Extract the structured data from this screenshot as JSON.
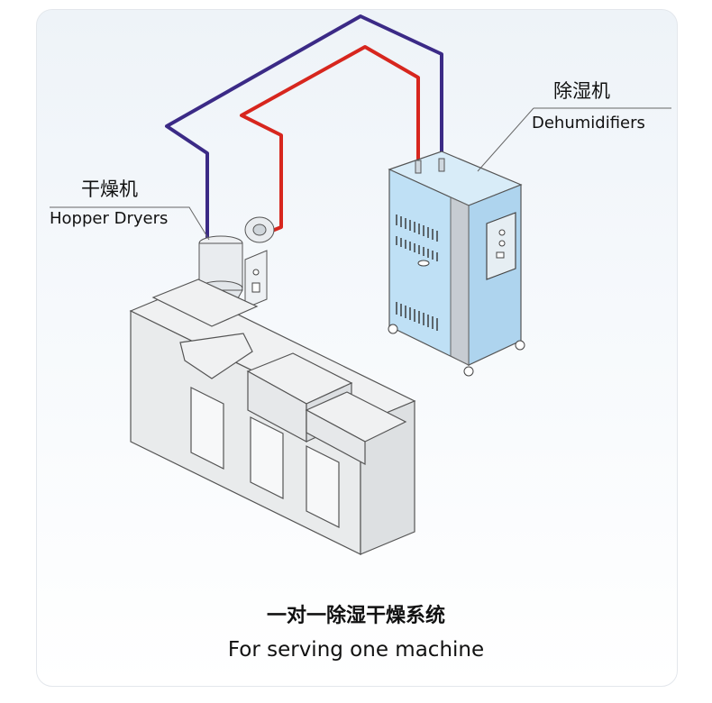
{
  "hopper": {
    "label_zh": "干燥机",
    "label_en": "Hopper Dryers"
  },
  "dehumidifier": {
    "label_zh": "除湿机",
    "label_en": "Dehumidifiers"
  },
  "caption": {
    "title_zh": "一对一除湿干燥系统",
    "title_en": "For serving one machine"
  },
  "colors": {
    "supply_pipe": "#d7261e",
    "return_pipe": "#3b2a86",
    "dehumidifier_body": "#bfe0f5"
  }
}
